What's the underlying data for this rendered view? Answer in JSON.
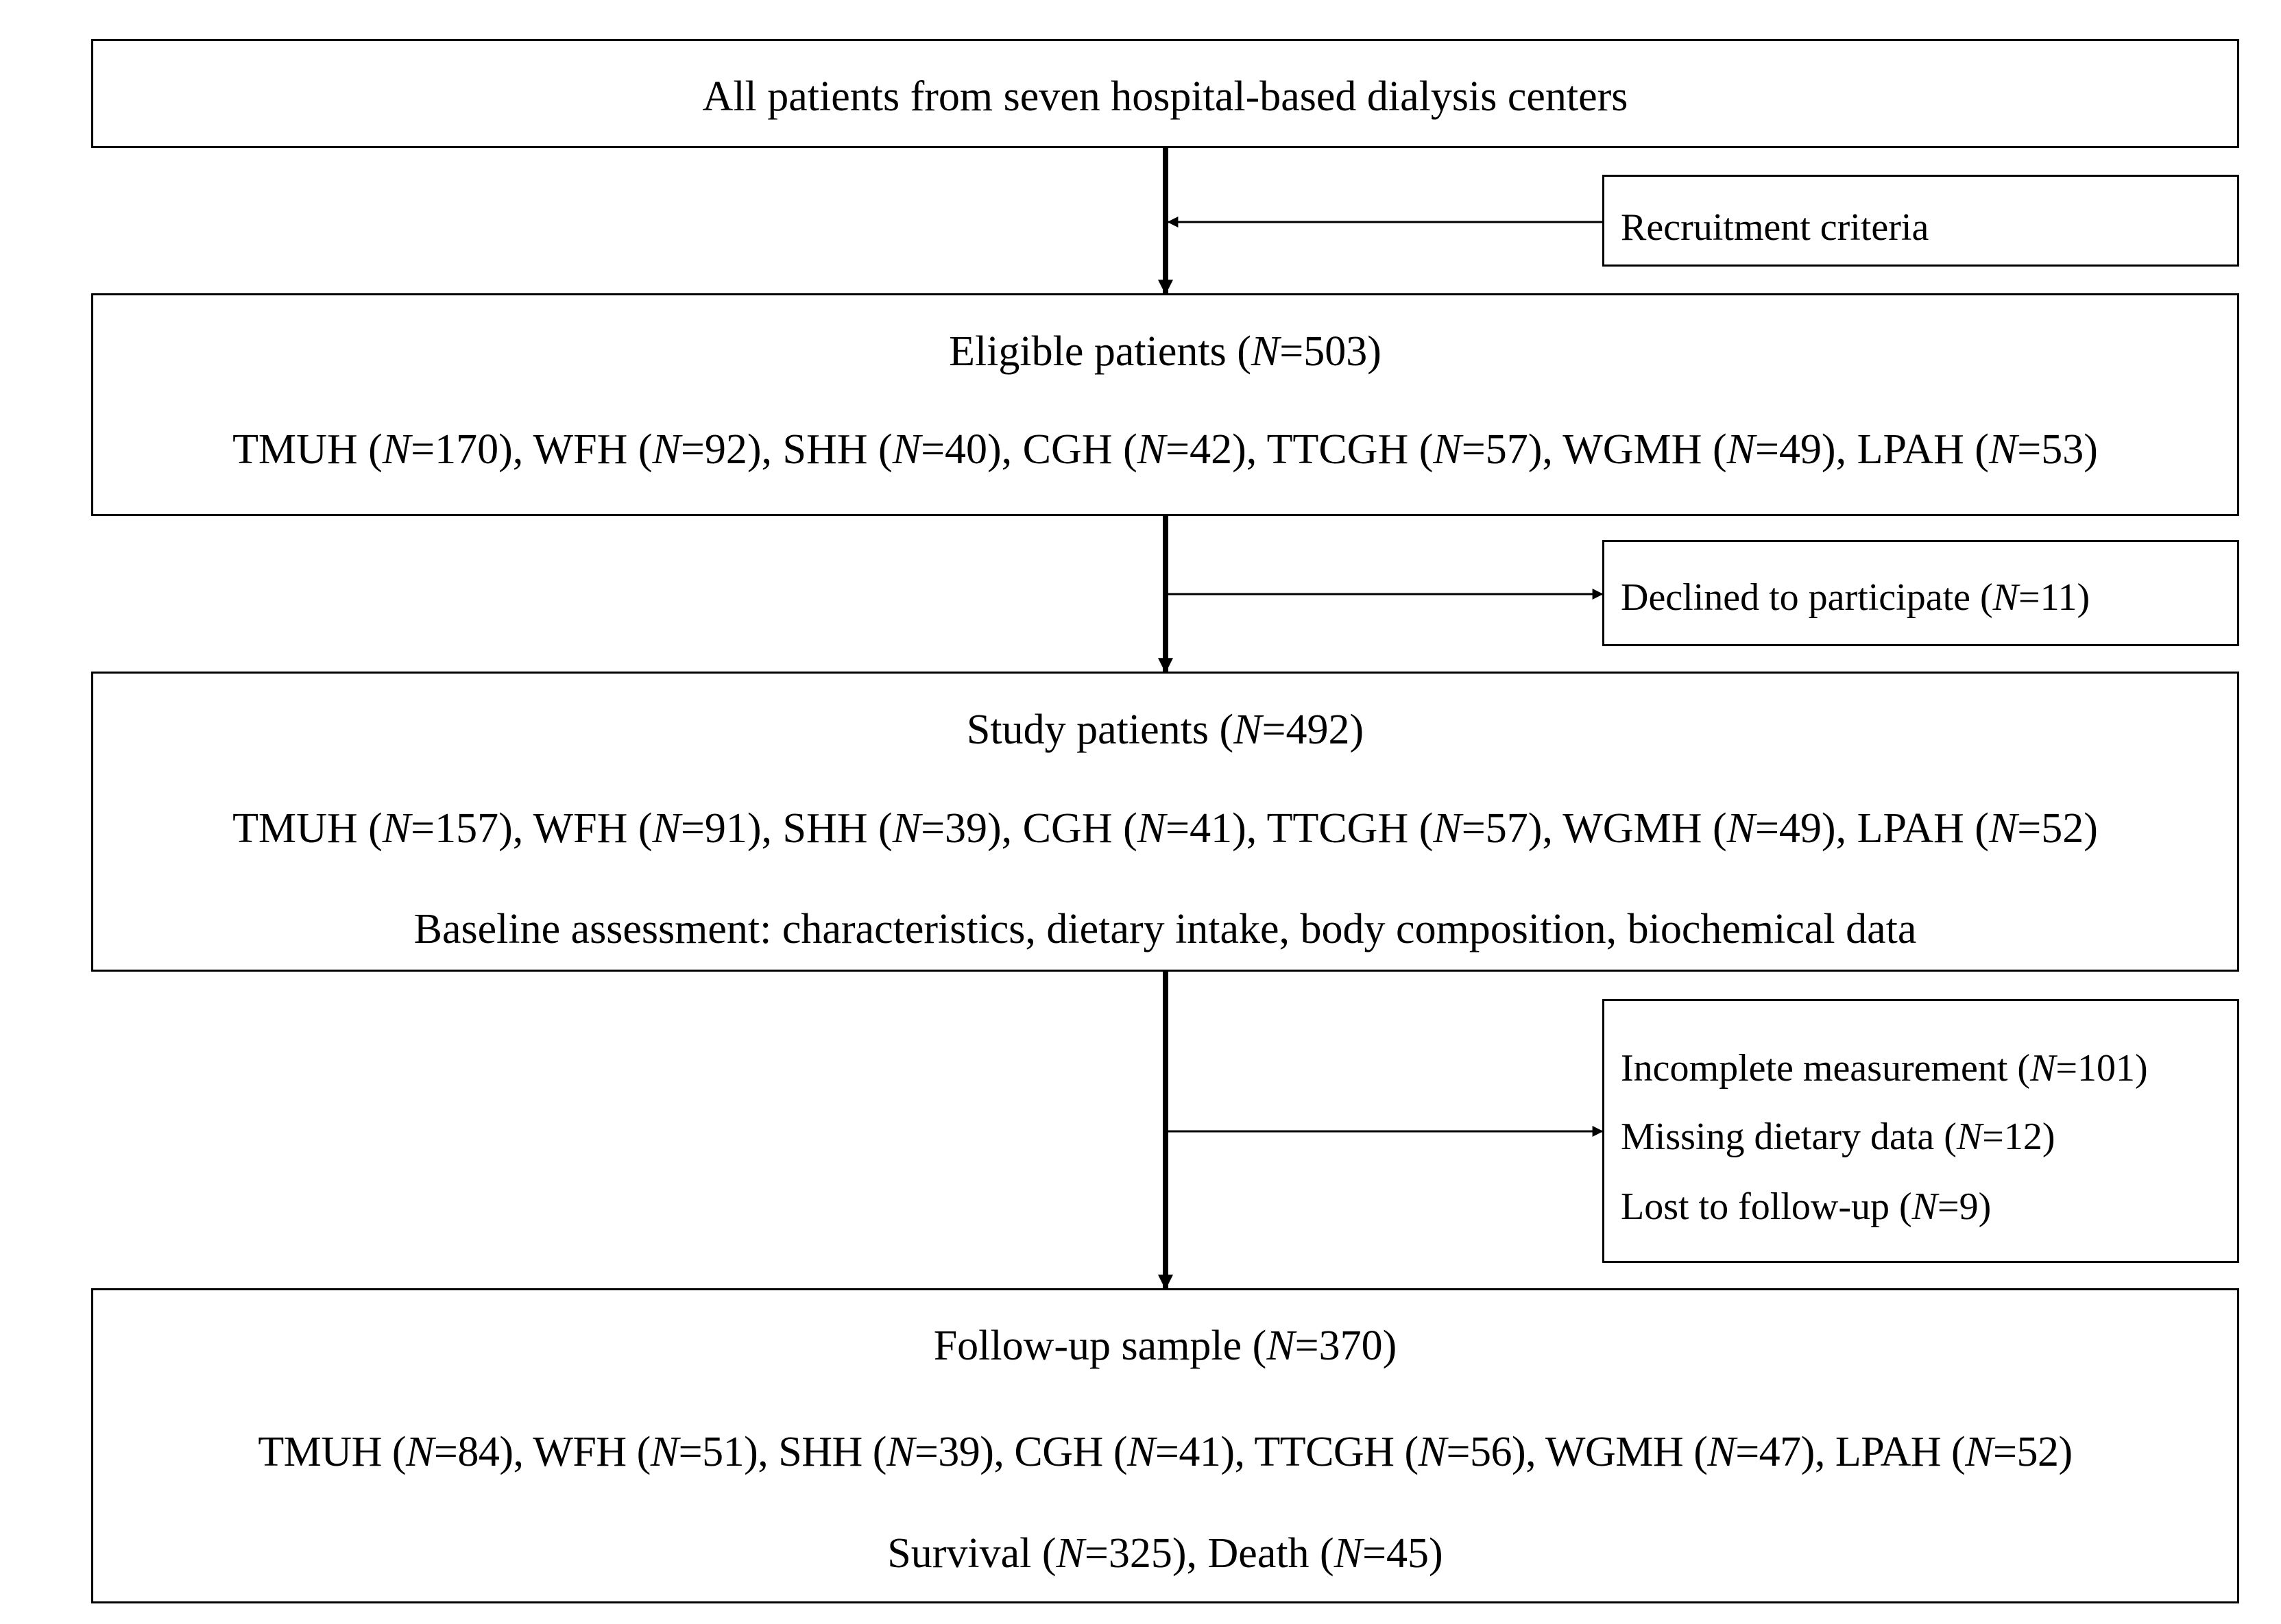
{
  "top_box": {
    "text": "All patients from seven hospital-based dialysis centers"
  },
  "recruitment_box": {
    "text": "Recruitment criteria"
  },
  "eligible_box": {
    "title": "Eligible patients (N=503)",
    "centers": "TMUH (N=170), WFH (N=92), SHH (N=40), CGH (N=42), TTCGH (N=57), WGMH (N=49), LPAH (N=53)"
  },
  "declined_box": {
    "text": "Declined to participate (N=11)"
  },
  "study_box": {
    "title": "Study patients (N=492)",
    "centers": "TMUH (N=157), WFH (N=91), SHH (N=39), CGH (N=41), TTCGH (N=57), WGMH (N=49), LPAH (N=52)",
    "assessment": "Baseline assessment: characteristics, dietary intake, body composition, biochemical data"
  },
  "exclusion_box": {
    "items": [
      "Incomplete measurement (N=101)",
      "Missing dietary data (N=12)",
      "Lost to follow-up (N=9)"
    ]
  },
  "followup_box": {
    "title": "Follow-up sample (N=370)",
    "centers": "TMUH (N=84), WFH (N=51), SHH (N=39), CGH (N=41), TTCGH (N=56), WGMH (N=47), LPAH (N=52)",
    "outcomes": "Survival (N=325), Death (N=45)"
  }
}
